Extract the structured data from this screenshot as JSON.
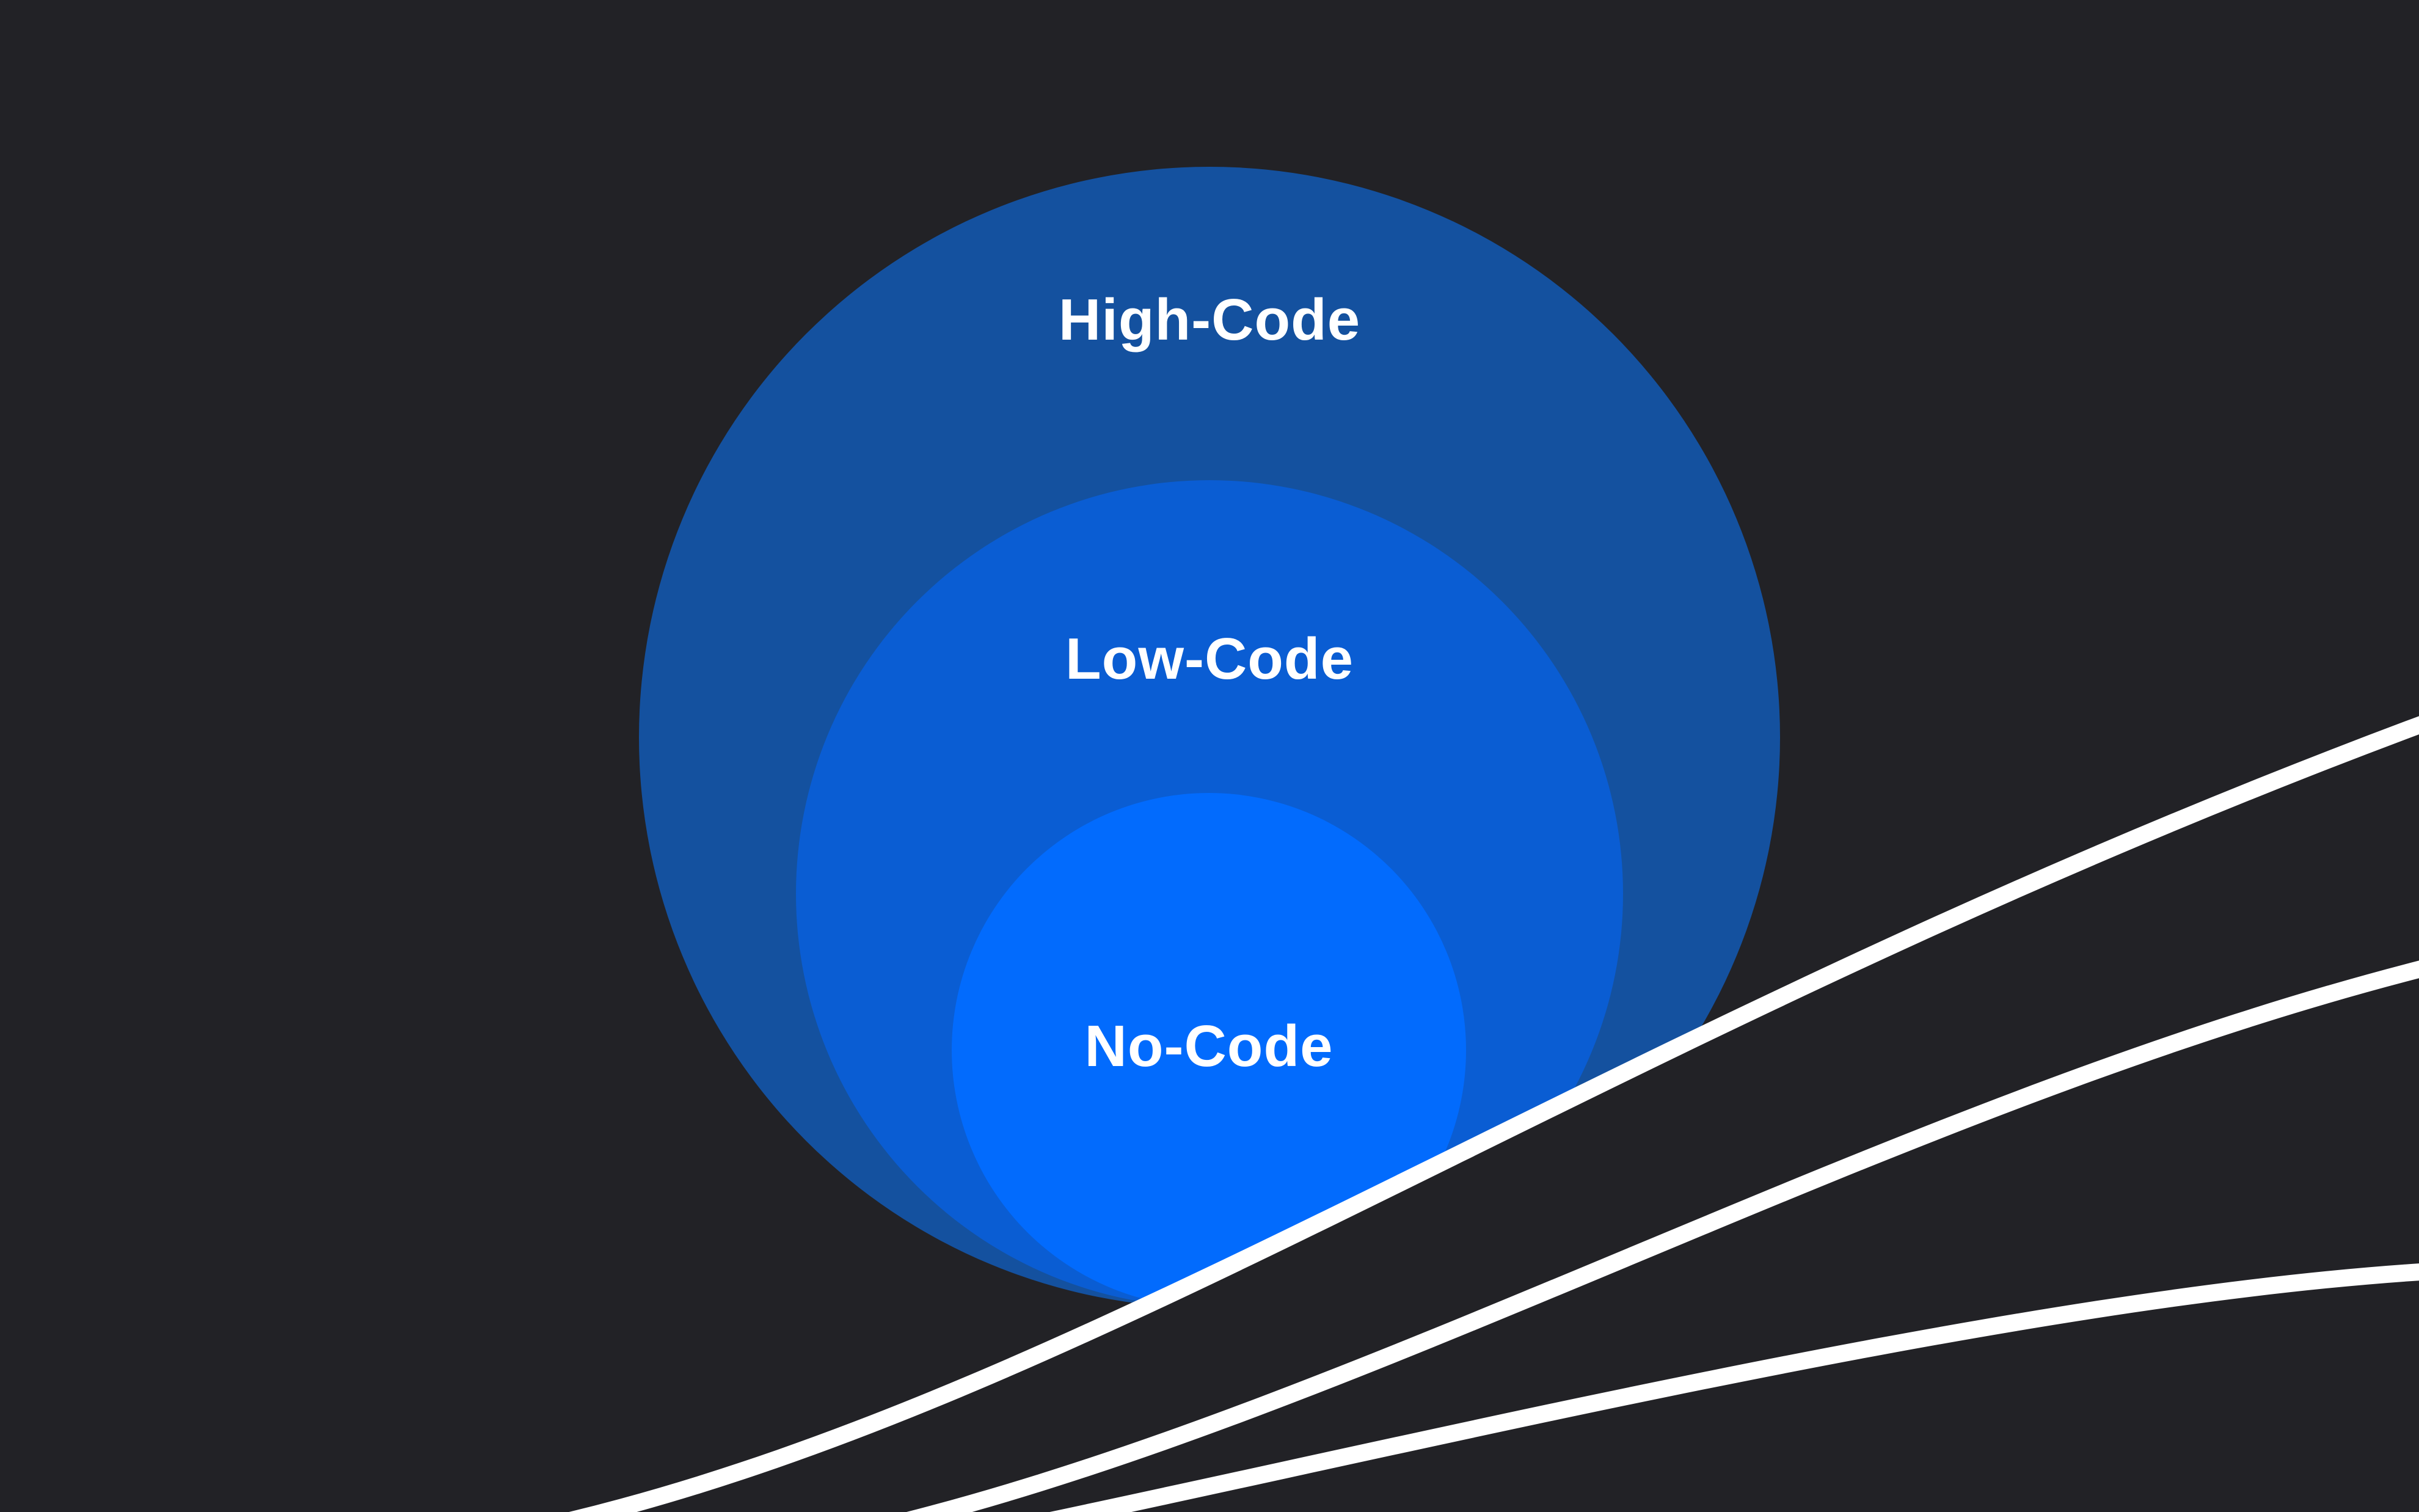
{
  "diagram": {
    "type": "nested-circles",
    "background_color": "#222226",
    "line_color": "#ffffff",
    "text_color": "#ffffff",
    "rings": [
      {
        "label": "High-Code",
        "color": "#14519f"
      },
      {
        "label": "Low-Code",
        "color": "#0a5dd3"
      },
      {
        "label": "No-Code",
        "color": "#026bfd"
      }
    ],
    "decorative_curve_count": "3"
  }
}
